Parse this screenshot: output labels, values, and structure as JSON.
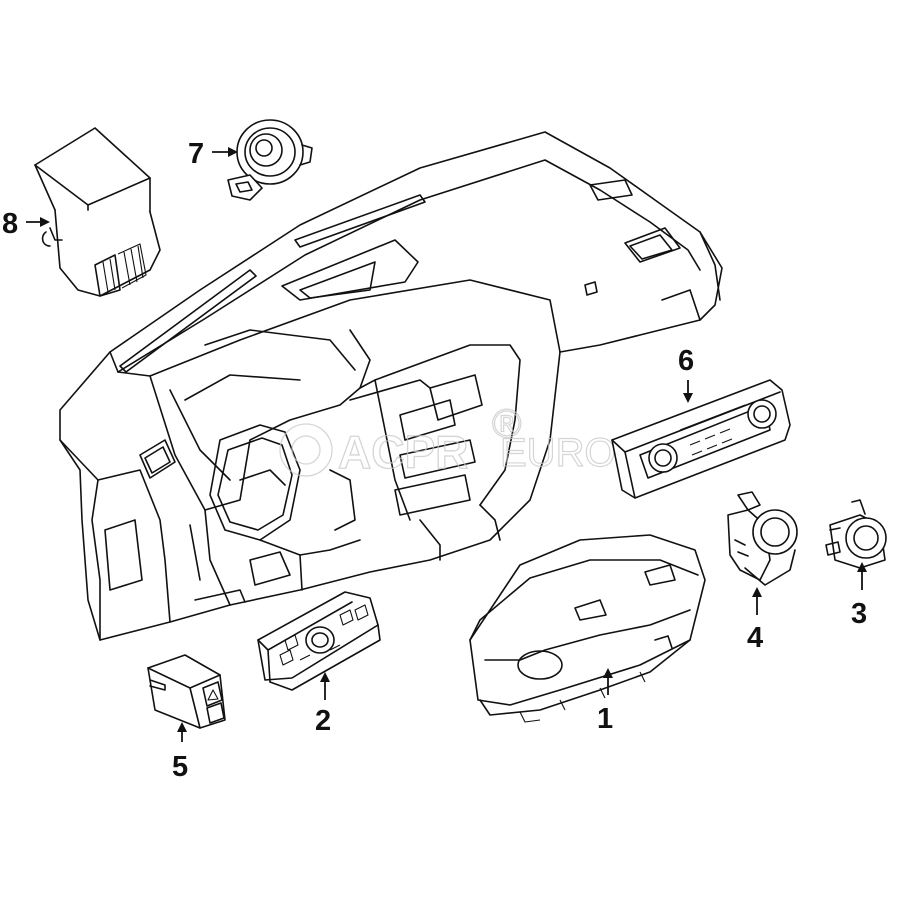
{
  "diagram": {
    "watermark": {
      "primary": "ACPR",
      "secondary": "EURO",
      "mark": "®"
    },
    "callouts": [
      {
        "id": "1",
        "label": "1",
        "part": "instrument-cluster"
      },
      {
        "id": "2",
        "label": "2",
        "part": "headlight-switch"
      },
      {
        "id": "3",
        "label": "3",
        "part": "rotary-switch-right"
      },
      {
        "id": "4",
        "label": "4",
        "part": "rotary-controller"
      },
      {
        "id": "5",
        "label": "5",
        "part": "hazard-switch"
      },
      {
        "id": "6",
        "label": "6",
        "part": "climate-control-panel"
      },
      {
        "id": "7",
        "label": "7",
        "part": "speaker"
      },
      {
        "id": "8",
        "label": "8",
        "part": "control-module"
      }
    ]
  }
}
